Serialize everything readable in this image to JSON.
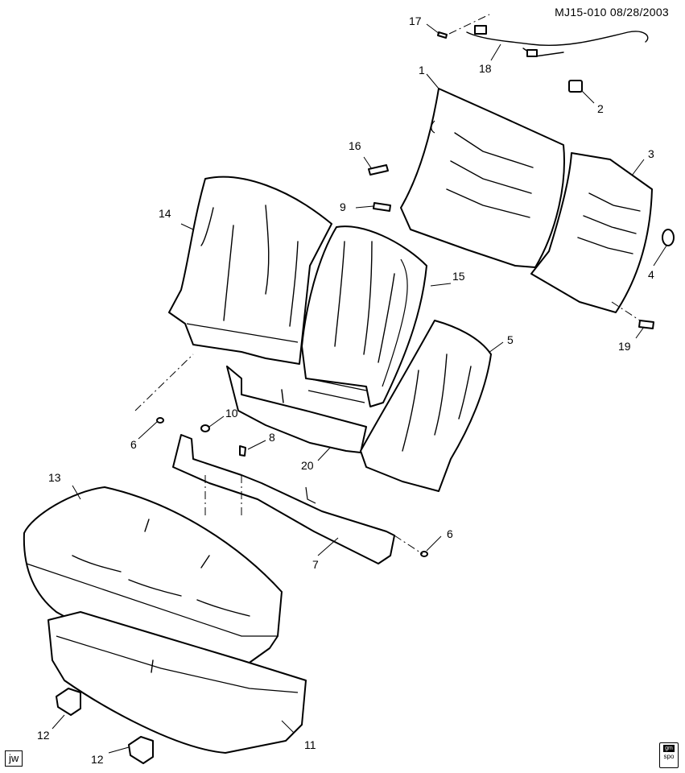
{
  "header": {
    "doc_id": "MJ15-010  08/28/2003"
  },
  "footer": {
    "initials": "jw",
    "logo_line1": "gm",
    "logo_line2": "spo"
  },
  "callouts": [
    "1",
    "2",
    "3",
    "4",
    "5",
    "6",
    "6",
    "7",
    "8",
    "9",
    "10",
    "11",
    "12",
    "12",
    "13",
    "14",
    "15",
    "16",
    "17",
    "18",
    "19",
    "20"
  ]
}
